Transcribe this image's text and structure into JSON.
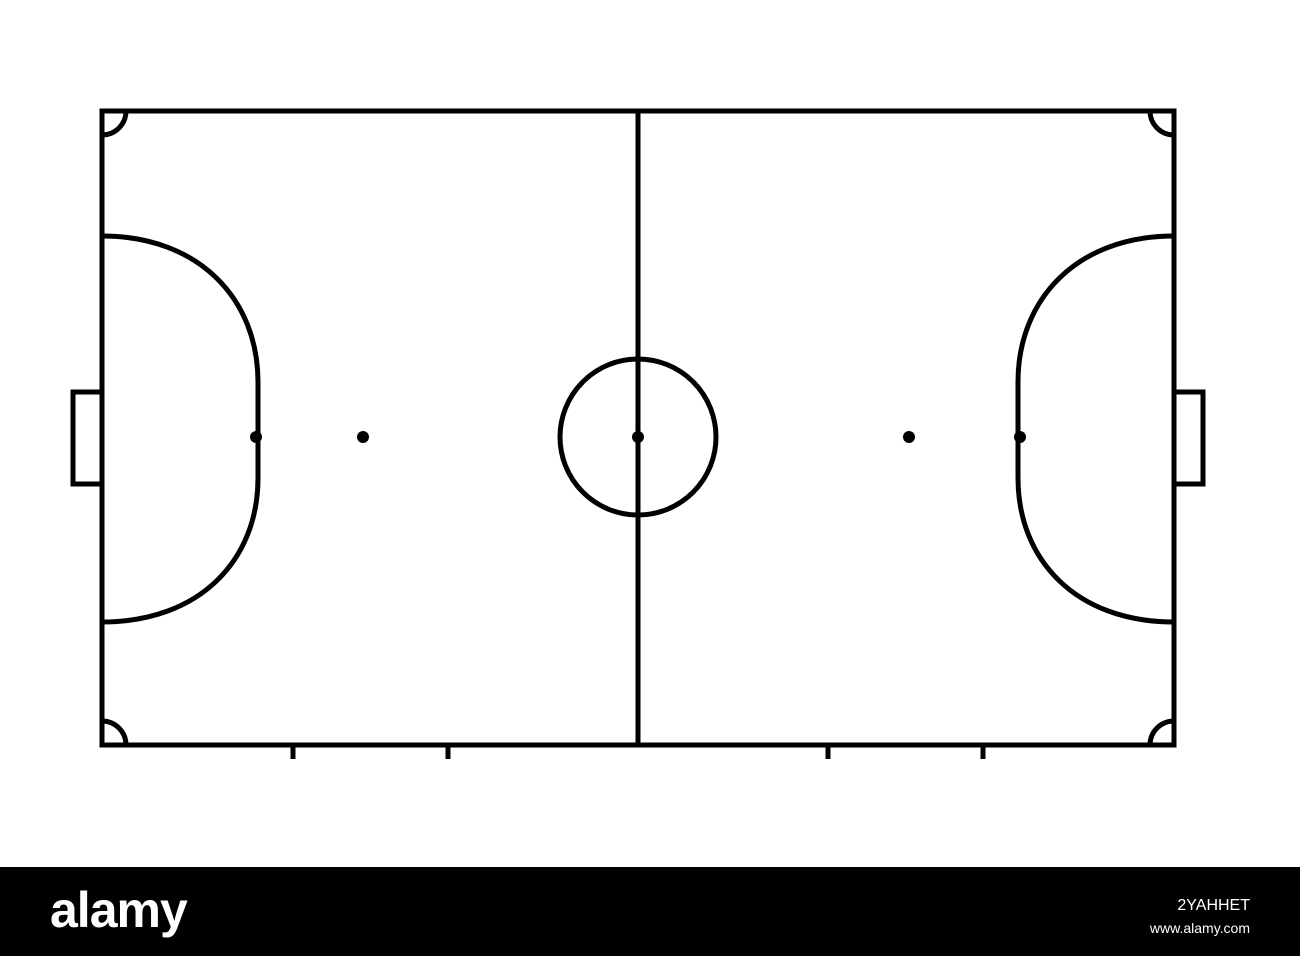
{
  "court": {
    "line_color": "#000000",
    "surface_color": "#ffffff"
  },
  "footer": {
    "background": "#000000",
    "text_color": "#ffffff",
    "brand": "alamy",
    "image_id": "2YAHHET",
    "url": "www.alamy.com"
  }
}
